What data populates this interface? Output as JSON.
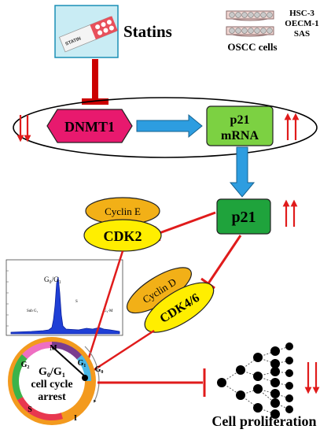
{
  "statins": {
    "label": "Statins",
    "pack_text": "STATIN"
  },
  "cells": {
    "lines": [
      "HSC-3",
      "OECM-1",
      "SAS"
    ],
    "caption": "OSCC cells"
  },
  "nodes": {
    "dnmt1": "DNMT1",
    "p21_mrna_line1": "p21",
    "p21_mrna_line2": "mRNA",
    "p21": "p21",
    "cyclin_e": "Cyclin E",
    "cdk2": "CDK2",
    "cyclin_d": "Cyclin D",
    "cdk46": "CDK4/6"
  },
  "histogram": {
    "peak_label": "G₀/G₁",
    "sub_label": "Sub G₁",
    "s_label": "S",
    "g2m_label": "G₂-M"
  },
  "cell_cycle": {
    "center_line1": "G₀/G₁",
    "center_line2": "cell cycle",
    "center_line3": "arrest",
    "phases": [
      "M",
      "G₂",
      "S",
      "I",
      "G₁",
      "G₀"
    ]
  },
  "proliferation": {
    "label": "Cell proliferation"
  },
  "colors": {
    "dnmt1": "#e8196e",
    "p21_mrna": "#7cd142",
    "p21": "#1fa33c",
    "cyclin": "#f2b017",
    "cdk": "#ffee00",
    "inhibit": "#e01b1b",
    "flow": "#2d9de0",
    "up_down_arrow": "#e01b1b"
  }
}
